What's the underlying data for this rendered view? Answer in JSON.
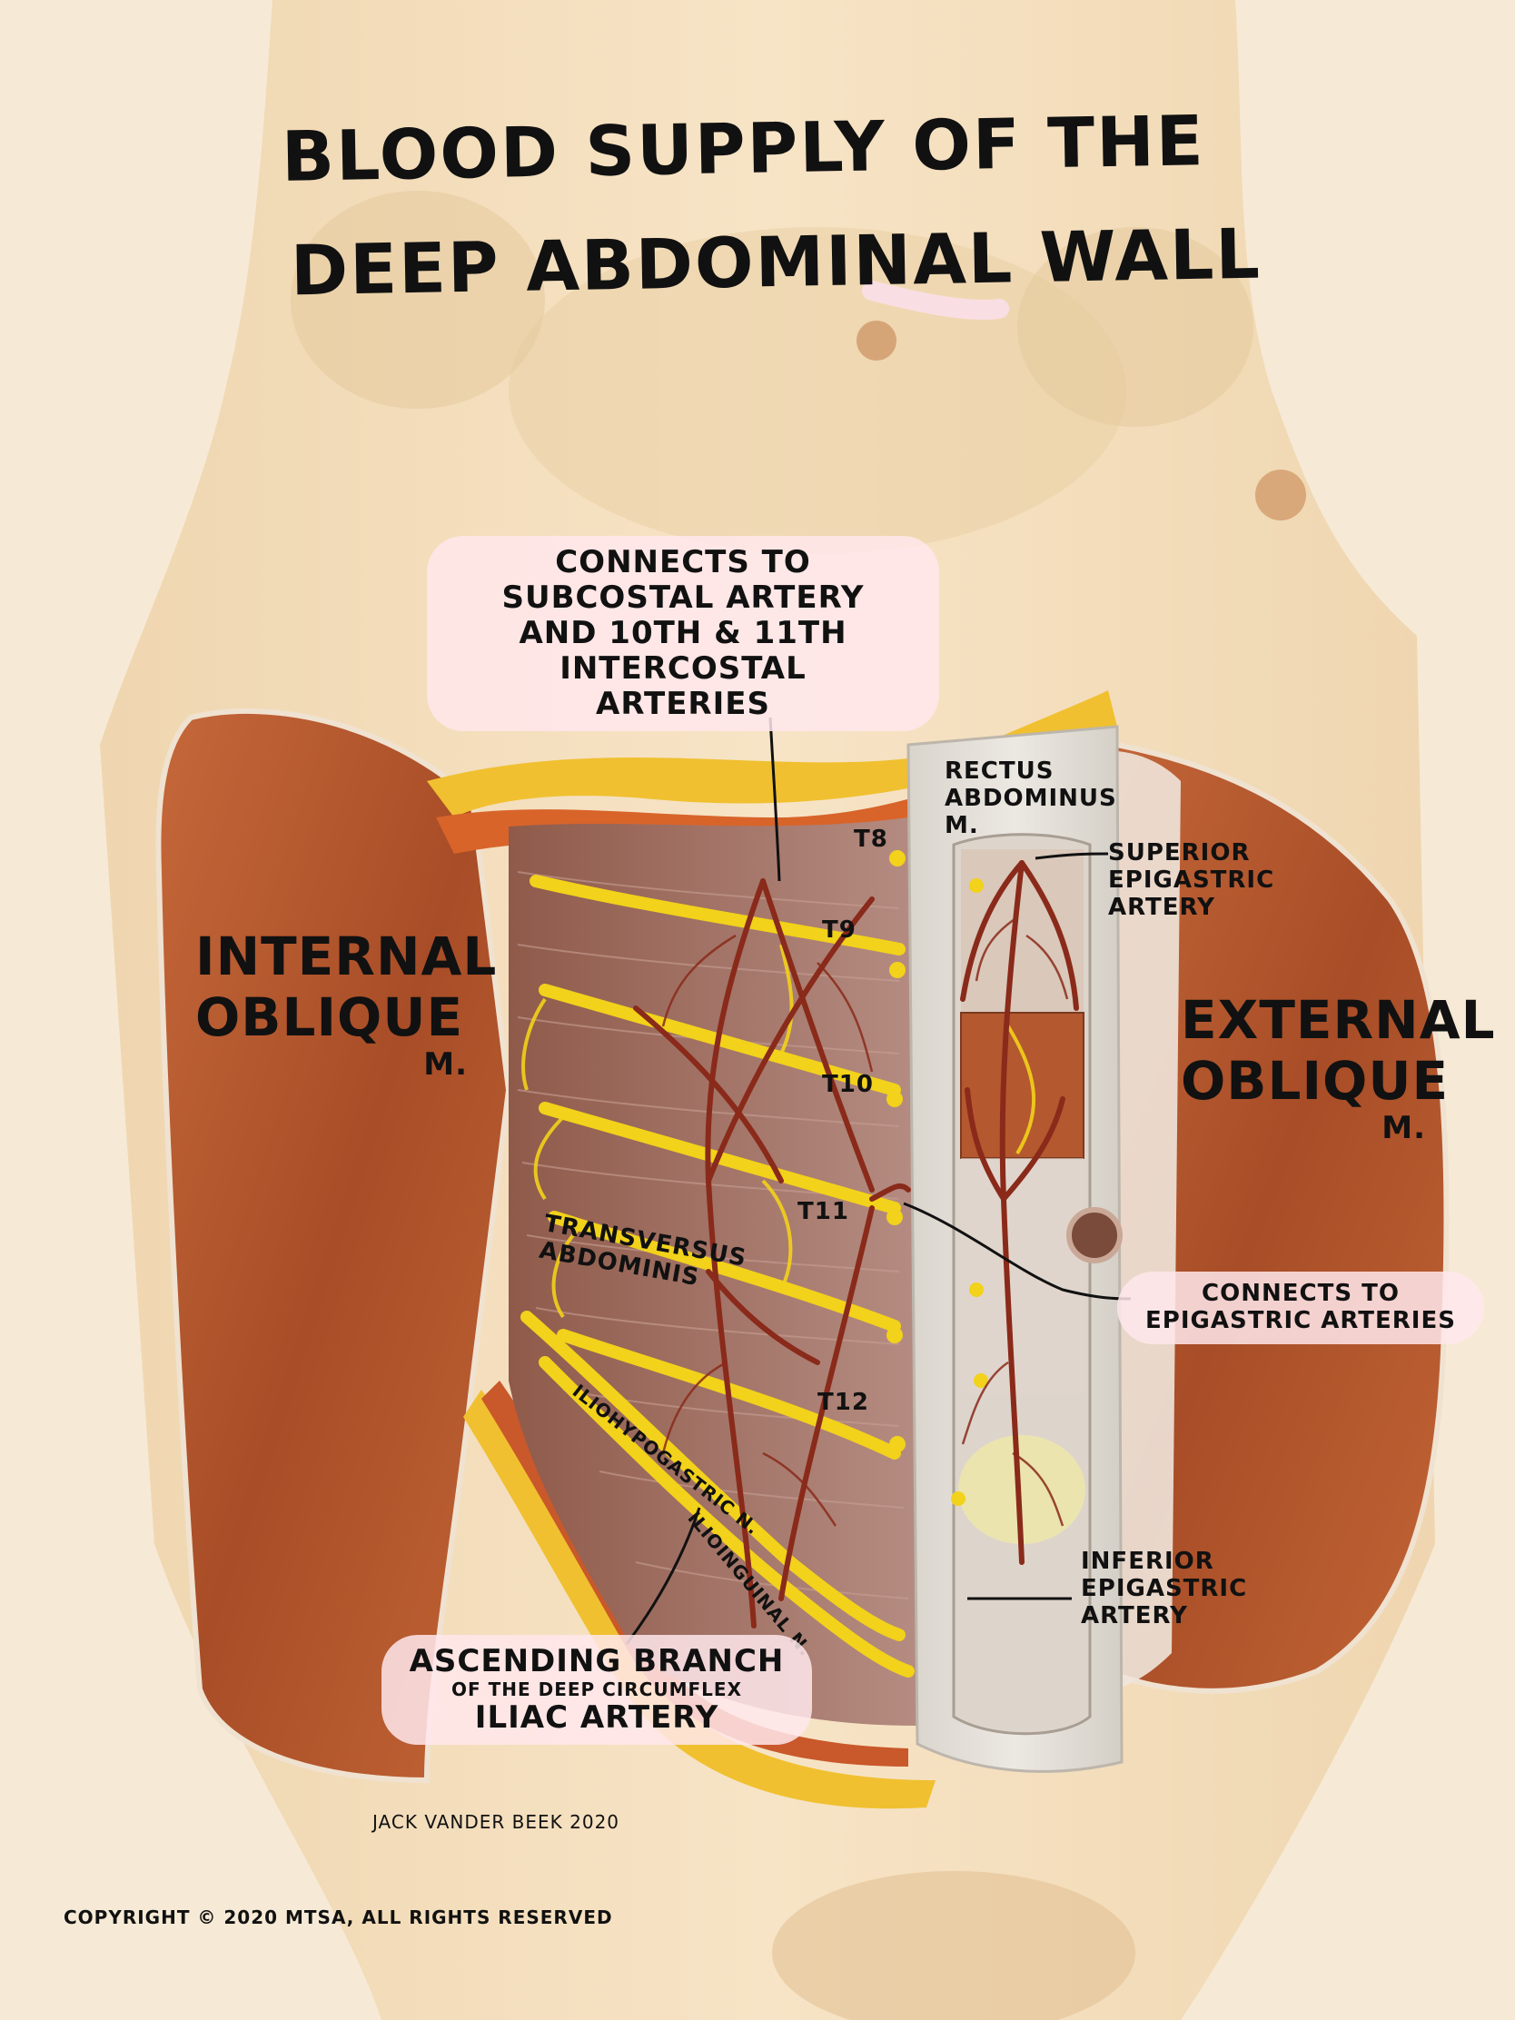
{
  "title": {
    "line1": "Blood Supply of the",
    "line2": "Deep Abdominal Wall"
  },
  "labels": {
    "connects_subcostal": {
      "line1": "Connects to",
      "line2": "Subcostal Artery",
      "line3": "and 10th & 11th Intercostal",
      "line4": "Arteries"
    },
    "rectus": "Rectus Abdominus m.",
    "superior_epigastric": "Superior Epigastric Artery",
    "internal_oblique": {
      "name": "Internal Oblique",
      "m": "m."
    },
    "external_oblique": {
      "name": "External Oblique",
      "m": "m."
    },
    "transversus": "Transversus Abdominis",
    "iliohypogastric": "Iliohypogastric n.",
    "ilioinguinal": "Ilioinguinal n.",
    "connects_epigastric": {
      "line1": "Connects to",
      "line2": "Epigastric Arteries"
    },
    "inferior_epigastric": "Inferior Epigastric Artery",
    "ascending_branch": {
      "line1": "Ascending Branch",
      "line2": "of the Deep Circumflex",
      "line3": "Iliac Artery"
    },
    "nerve_levels": [
      "T8",
      "T9",
      "T10",
      "T11",
      "T12"
    ],
    "signature": "Jack Vander Beek 2020",
    "copyright": "Copyright © 2020 MTSA, All Rights Reserved"
  },
  "colors": {
    "skin": "#f2dcb8",
    "muscle": "#b5572e",
    "transversus": "#9a6a5e",
    "artery": "#8a2a1a",
    "nerve": "#f2d21a",
    "fat": "#f0c030",
    "sheath": "#dedad2",
    "bubble": "#ffe7ec"
  }
}
